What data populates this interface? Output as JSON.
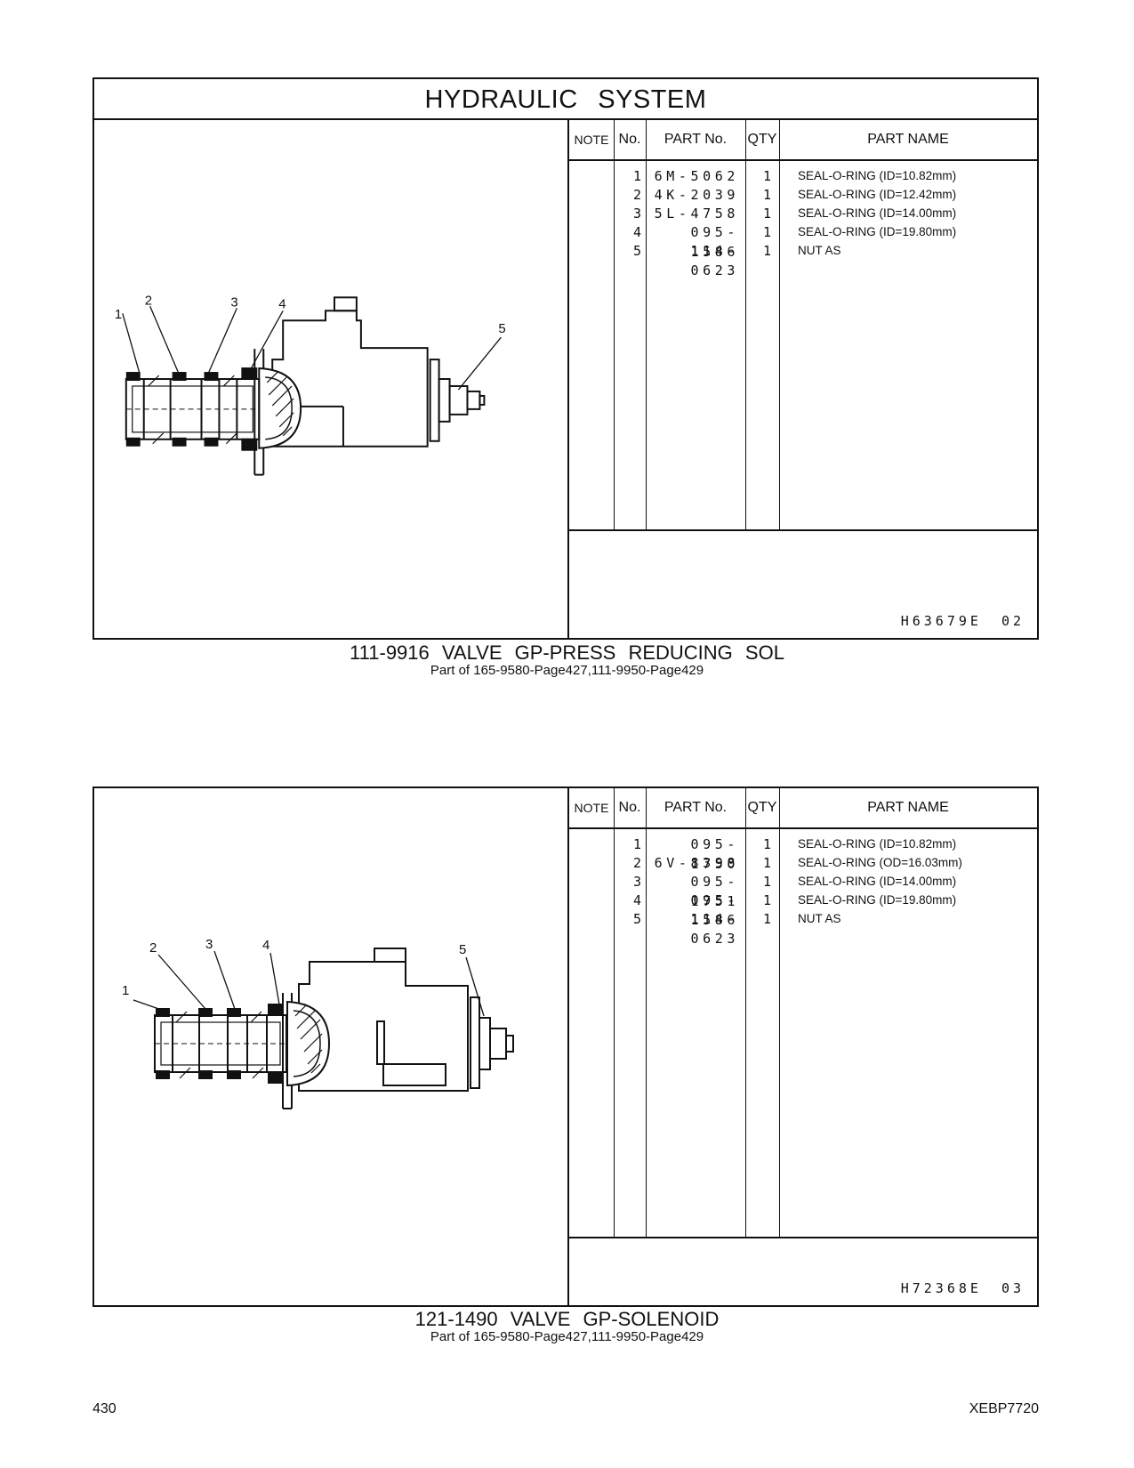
{
  "section_title": "HYDRAULIC SYSTEM",
  "table_headers": {
    "note": "NOTE",
    "no": "No.",
    "part_no": "PART No.",
    "qty": "QTY",
    "part_name": "PART NAME"
  },
  "groups": [
    {
      "title": "111-9916 VALVE GP-PRESS REDUCING SOL",
      "subtitle": "Part of 165-9580-Page427,111-9950-Page429",
      "figure_code": "H63679E",
      "figure_rev": "02",
      "callouts": [
        "1",
        "2",
        "3",
        "4",
        "5"
      ],
      "parts": [
        {
          "no": "1",
          "part_no": "6M-5062",
          "qty": "1",
          "name": "SEAL-O-RING (ID=10.82mm)"
        },
        {
          "no": "2",
          "part_no": "4K-2039",
          "qty": "1",
          "name": "SEAL-O-RING (ID=12.42mm)"
        },
        {
          "no": "3",
          "part_no": "5L-4758",
          "qty": "1",
          "name": "SEAL-O-RING (ID=14.00mm)"
        },
        {
          "no": "4",
          "part_no": "095-1586",
          "qty": "1",
          "name": "SEAL-O-RING (ID=19.80mm)"
        },
        {
          "no": "5",
          "part_no": "114-0623",
          "qty": "1",
          "name": "NUT AS"
        }
      ]
    },
    {
      "title": "121-1490 VALVE GP-SOLENOID",
      "subtitle": "Part of 165-9580-Page427,111-9950-Page429",
      "figure_code": "H72368E",
      "figure_rev": "03",
      "callouts": [
        "1",
        "2",
        "3",
        "4",
        "5"
      ],
      "parts": [
        {
          "no": "1",
          "part_no": "095-1750",
          "qty": "1",
          "name": "SEAL-O-RING (ID=10.82mm)"
        },
        {
          "no": "2",
          "part_no": "6V-8398",
          "qty": "1",
          "name": "SEAL-O-RING (OD=16.03mm)"
        },
        {
          "no": "3",
          "part_no": "095-1751",
          "qty": "1",
          "name": "SEAL-O-RING (ID=14.00mm)"
        },
        {
          "no": "4",
          "part_no": "095-1586",
          "qty": "1",
          "name": "SEAL-O-RING (ID=19.80mm)"
        },
        {
          "no": "5",
          "part_no": "114-0623",
          "qty": "1",
          "name": "NUT AS"
        }
      ]
    }
  ],
  "footer": {
    "page_number": "430",
    "doc_id": "XEBP7720"
  }
}
